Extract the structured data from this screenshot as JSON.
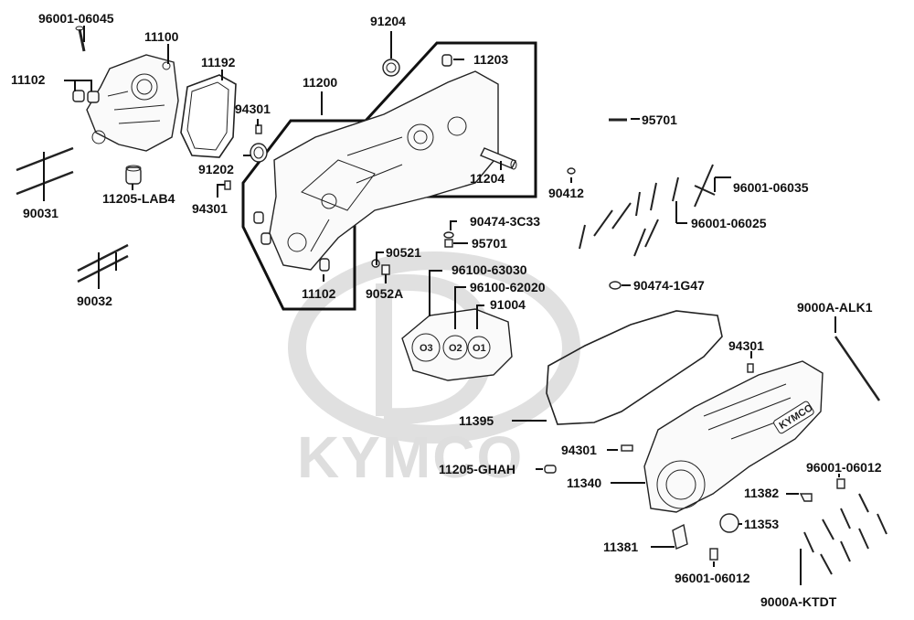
{
  "watermark": {
    "text": "KYMCO",
    "logo_color": "#e0e0e0"
  },
  "cover_logo": {
    "text": "KYMCO"
  },
  "labels": {
    "l1": "96001-06045",
    "l2": "11100",
    "l3": "11102",
    "l4": "11192",
    "l5": "90031",
    "l6": "11205-LAB4",
    "l7": "90032",
    "l8": "94301",
    "l9": "91202",
    "l10": "94301",
    "l11": "91204",
    "l12": "11200",
    "l13": "11203",
    "l14": "11204",
    "l15": "11102",
    "l16": "90521",
    "l17": "9052A",
    "l18": "90474-3C33",
    "l19": "95701",
    "l20": "96100-63030",
    "l21": "96100-62020",
    "l22": "91004",
    "l23": "95701",
    "l24": "90412",
    "l25": "96001-06035",
    "l26": "96001-06025",
    "l27": "90474-1G47",
    "l28": "9000A-ALK1",
    "l29": "94301",
    "l30": "11395",
    "l31": "94301",
    "l32": "11205-GHAH",
    "l33": "11340",
    "l34": "96001-06012",
    "l35": "11382",
    "l36": "11353",
    "l37": "11381",
    "l38": "96001-06012",
    "l39": "9000A-KTDT"
  },
  "gear_marks": [
    "O3",
    "O2",
    "O1"
  ]
}
